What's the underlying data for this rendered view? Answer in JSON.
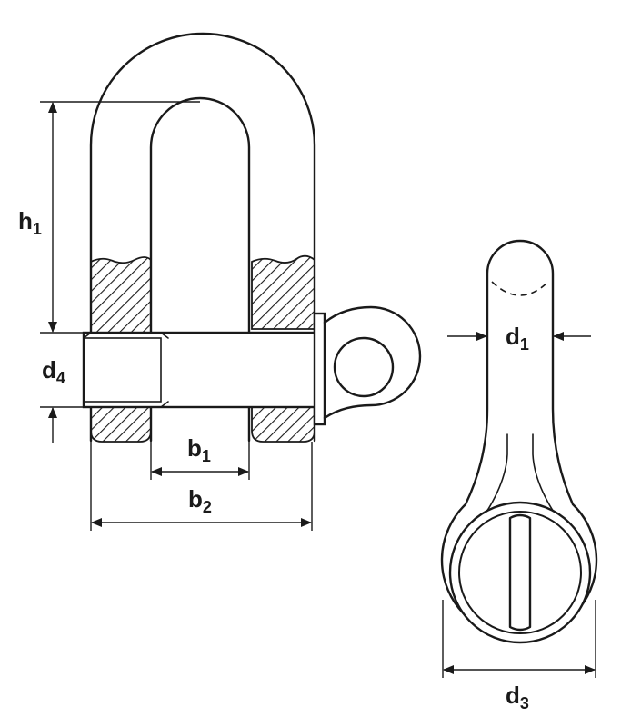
{
  "labels": {
    "h1": {
      "main": "h",
      "sub": "1"
    },
    "d4": {
      "main": "d",
      "sub": "4"
    },
    "b1": {
      "main": "b",
      "sub": "1"
    },
    "b2": {
      "main": "b",
      "sub": "2"
    },
    "d1": {
      "main": "d",
      "sub": "1"
    },
    "d3": {
      "main": "d",
      "sub": "3"
    }
  },
  "colors": {
    "line": "#1a1a1a",
    "background": "#ffffff"
  }
}
